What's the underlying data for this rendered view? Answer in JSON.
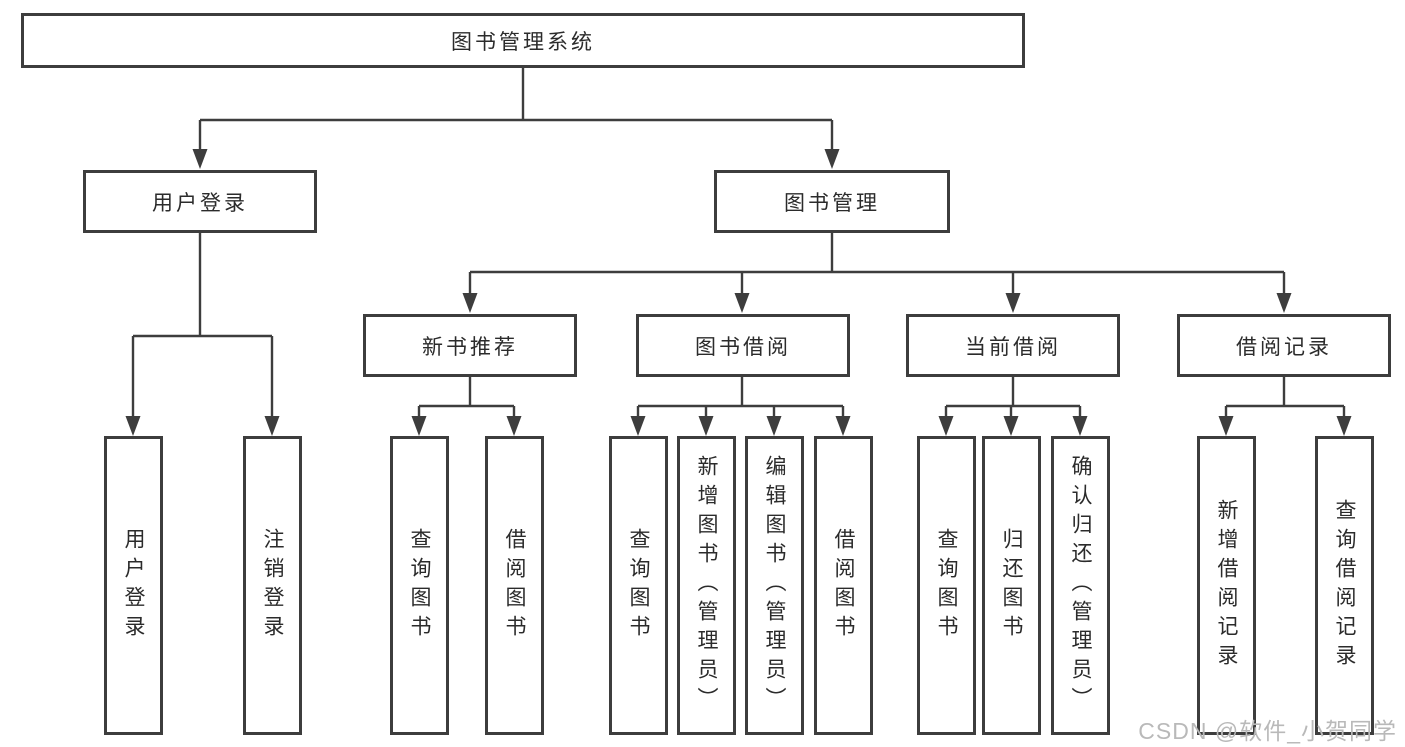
{
  "tree": {
    "root": "图书管理系统",
    "user_login": {
      "label": "用户登录",
      "children": [
        "用户登录",
        "注销登录"
      ]
    },
    "book_management": {
      "label": "图书管理",
      "sections": [
        {
          "label": "新书推荐",
          "children": [
            "查询图书",
            "借阅图书"
          ]
        },
        {
          "label": "图书借阅",
          "children": [
            "查询图书",
            "新增图书（管理员）",
            "编辑图书（管理员）",
            "借阅图书"
          ]
        },
        {
          "label": "当前借阅",
          "children": [
            "查询图书",
            "归还图书",
            "确认归还（管理员）"
          ]
        },
        {
          "label": "借阅记录",
          "children": [
            "新增借阅记录",
            "查询借阅记录"
          ]
        }
      ]
    }
  },
  "watermark": {
    "text": "CSDN @软件_小贺同学"
  },
  "colors": {
    "line": "#3d3d3d",
    "box_border": "#3d3d3d",
    "text": "#2b2b2b",
    "watermark": "#b9b9b9",
    "background": "#ffffff"
  }
}
